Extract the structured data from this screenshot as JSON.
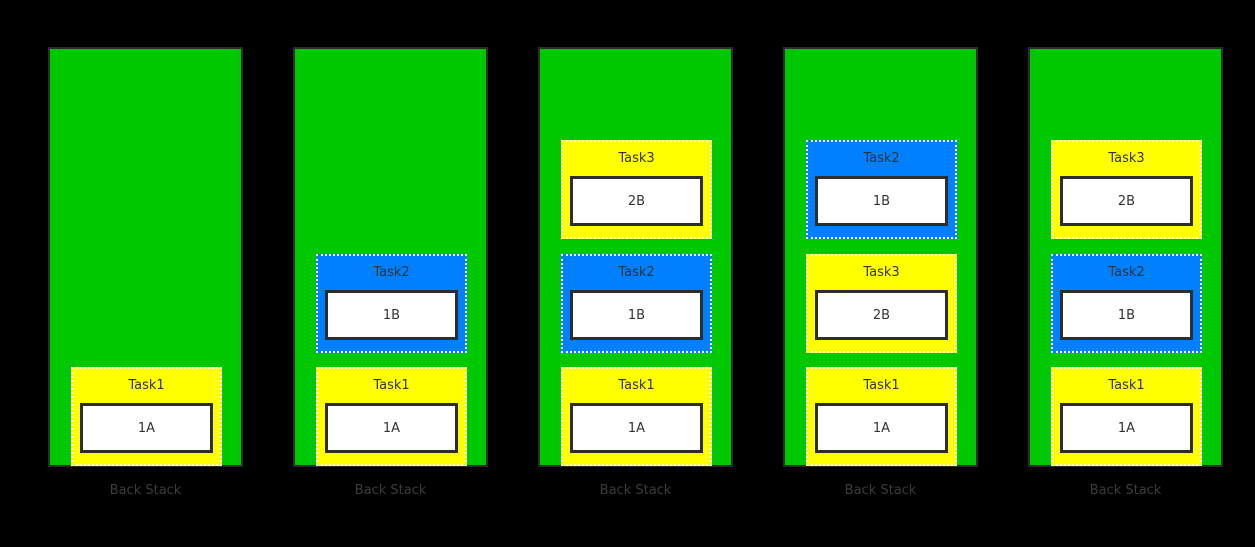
{
  "colors": {
    "background": "#000000",
    "stack_green": "#00c800",
    "task_yellow": "#ffff00",
    "task_blue": "#0080ff",
    "border_dark": "#2d2d2d",
    "dotted_border_white": "#ffffff",
    "activity_white": "#ffffff",
    "text_dark": "#333333",
    "label_gray": "#3c3c3c"
  },
  "stacks": [
    {
      "label": "Back Stack",
      "tasks": [
        {
          "name": "Task1",
          "activity": "1A",
          "color": "yellow"
        }
      ]
    },
    {
      "label": "Back Stack",
      "tasks": [
        {
          "name": "Task1",
          "activity": "1A",
          "color": "yellow"
        },
        {
          "name": "Task2",
          "activity": "1B",
          "color": "blue"
        }
      ]
    },
    {
      "label": "Back Stack",
      "tasks": [
        {
          "name": "Task1",
          "activity": "1A",
          "color": "yellow"
        },
        {
          "name": "Task2",
          "activity": "1B",
          "color": "blue"
        },
        {
          "name": "Task3",
          "activity": "2B",
          "color": "yellow"
        }
      ]
    },
    {
      "label": "Back Stack",
      "tasks": [
        {
          "name": "Task1",
          "activity": "1A",
          "color": "yellow"
        },
        {
          "name": "Task3",
          "activity": "2B",
          "color": "yellow"
        },
        {
          "name": "Task2",
          "activity": "1B",
          "color": "blue"
        }
      ]
    },
    {
      "label": "Back Stack",
      "tasks": [
        {
          "name": "Task1",
          "activity": "1A",
          "color": "yellow"
        },
        {
          "name": "Task2",
          "activity": "1B",
          "color": "blue"
        },
        {
          "name": "Task3",
          "activity": "2B",
          "color": "yellow"
        }
      ]
    }
  ]
}
